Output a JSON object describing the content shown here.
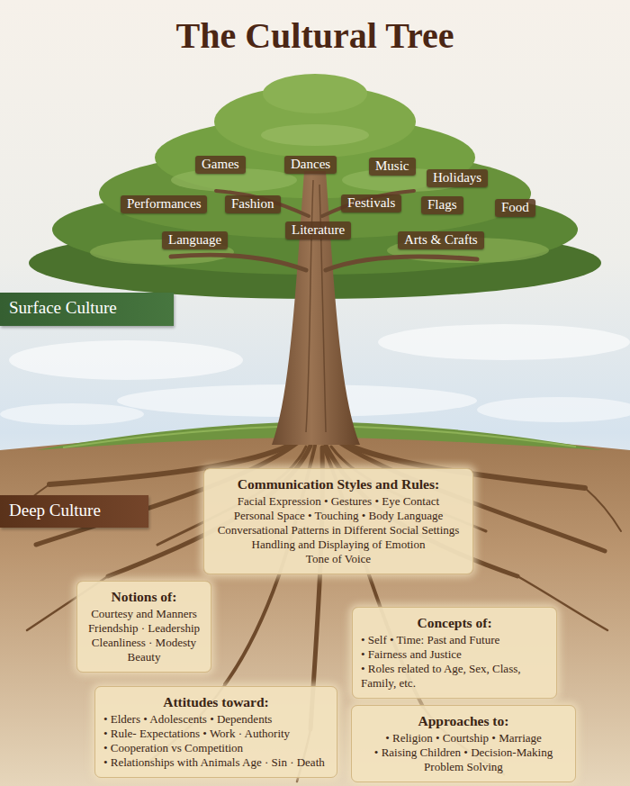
{
  "diagram": {
    "title": "The Cultural Tree",
    "nodes": [
      {
        "text": [
          "Games"
        ]
      },
      {
        "text": [
          "Dances"
        ]
      },
      {
        "text": [
          "Music"
        ]
      },
      {
        "text": [
          "Holidays"
        ]
      },
      {
        "text": [
          "Performances"
        ]
      },
      {
        "text": [
          "Fashion"
        ]
      },
      {
        "text": [
          "Festivals"
        ]
      },
      {
        "text": [
          "Flags"
        ]
      },
      {
        "text": [
          "Food"
        ]
      },
      {
        "text": [
          "Language"
        ]
      },
      {
        "text": [
          "Literature"
        ]
      },
      {
        "text": [
          "Arts & Crafts"
        ]
      },
      {
        "text": [
          "Surface Culture"
        ]
      },
      {
        "text": [
          "Deep Culture"
        ]
      },
      {
        "text": [
          "Communication Styles and Rules:",
          "Facial Expression • Gestures • Eye Contact",
          "Personal Space • Touching • Body Language",
          "Conversational Patterns in Different Social Settings",
          "Handling and Displaying of Emotion",
          "Tone of Voice"
        ]
      },
      {
        "text": [
          "Notions of:",
          "Courtesy and Manners",
          "Friendship · Leadership",
          "Cleanliness · Modesty",
          "Beauty"
        ]
      },
      {
        "text": [
          "Concepts of:",
          "• Self • Time: Past and Future",
          "• Fairness and Justice",
          "• Roles related to Age, Sex, Class, Family, etc."
        ]
      },
      {
        "text": [
          "Attitudes toward:",
          "• Elders • Adolescents • Dependents",
          "• Rule- Expectations • Work · Authority",
          "• Cooperation vs Competition",
          "• Relationships with Animals Age · Sin · Death"
        ]
      },
      {
        "text": [
          "Approaches to:",
          "• Religion • Courtship • Marriage",
          "• Raising Children • Decision-Making Problem Solving"
        ]
      }
    ]
  }
}
